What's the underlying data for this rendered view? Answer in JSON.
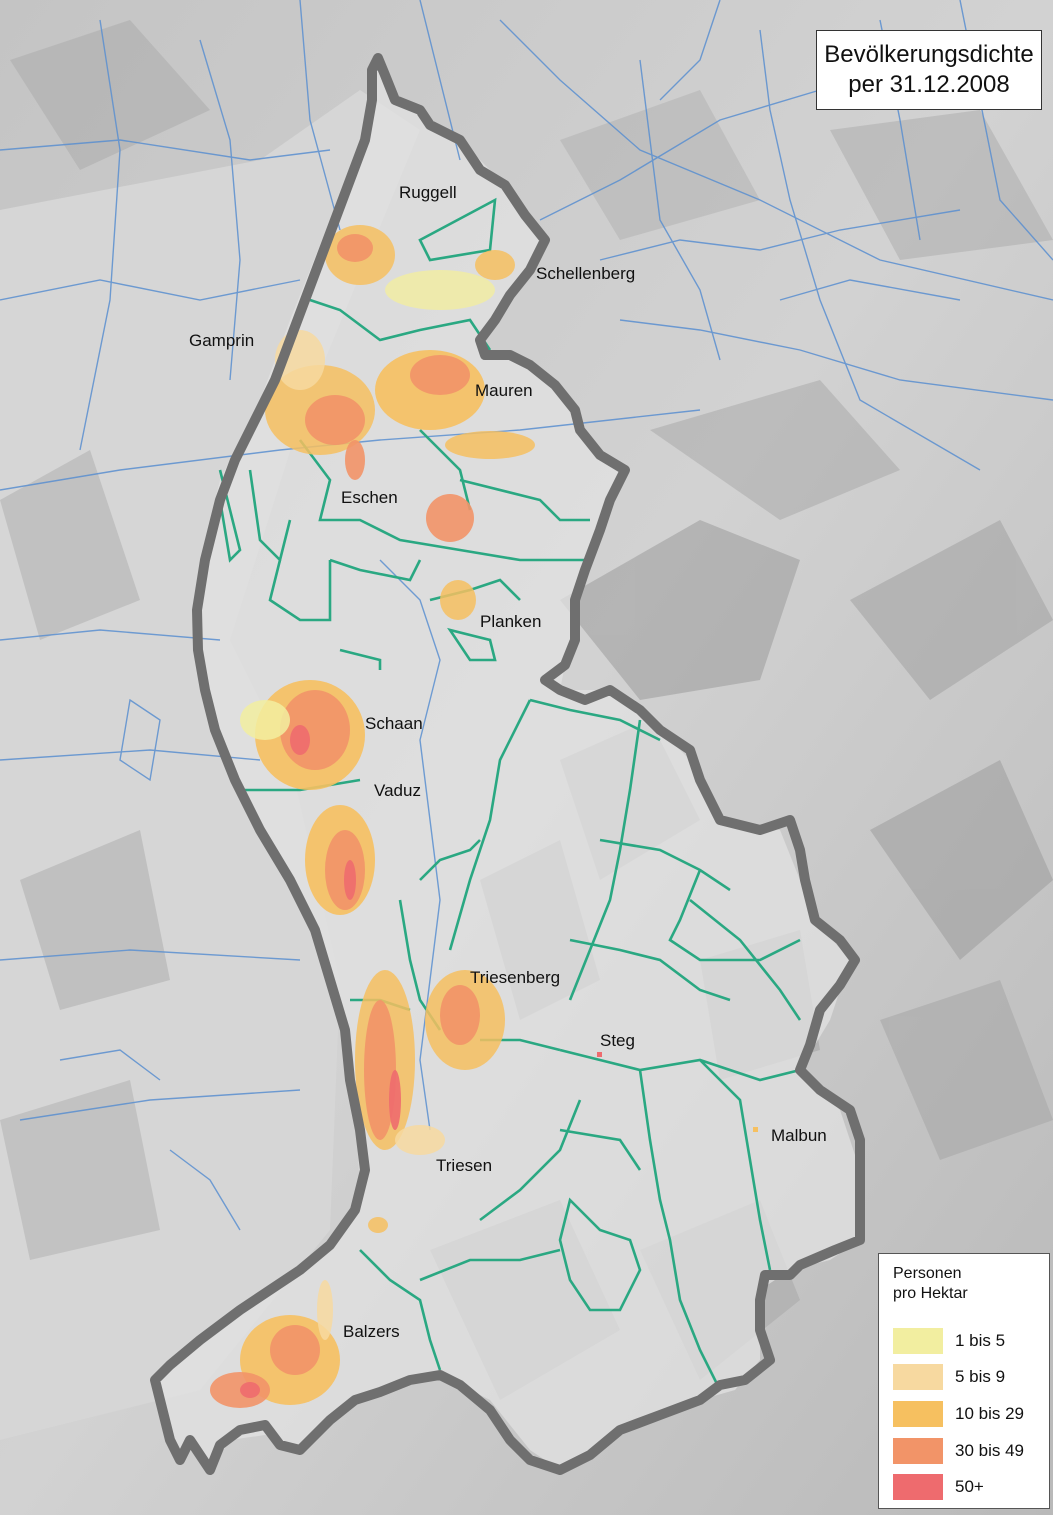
{
  "title": {
    "line1": "Bevölkerungsdichte",
    "line2": "per 31.12.2008"
  },
  "towns": [
    {
      "name": "Ruggell"
    },
    {
      "name": "Schellenberg"
    },
    {
      "name": "Gamprin"
    },
    {
      "name": "Mauren"
    },
    {
      "name": "Eschen"
    },
    {
      "name": "Planken"
    },
    {
      "name": "Schaan"
    },
    {
      "name": "Vaduz"
    },
    {
      "name": "Triesenberg"
    },
    {
      "name": "Steg"
    },
    {
      "name": "Malbun"
    },
    {
      "name": "Triesen"
    },
    {
      "name": "Balzers"
    }
  ],
  "legend": {
    "title_line1": "Personen",
    "title_line2": "pro Hektar",
    "items": [
      {
        "label": "1 bis 5",
        "color": "#f2eea0"
      },
      {
        "label": "5 bis 9",
        "color": "#f7d9a0"
      },
      {
        "label": "10 bis 29",
        "color": "#f6c060"
      },
      {
        "label": "30 bis 49",
        "color": "#f29468"
      },
      {
        "label": "50+",
        "color": "#ee6b6e"
      }
    ]
  },
  "colors": {
    "border": "#6f6f6f",
    "roads": "#5a8fd0",
    "municipal_boundaries": "#2aa882",
    "terrain_light": "#ececec",
    "terrain_dark": "#a9a9a9"
  }
}
